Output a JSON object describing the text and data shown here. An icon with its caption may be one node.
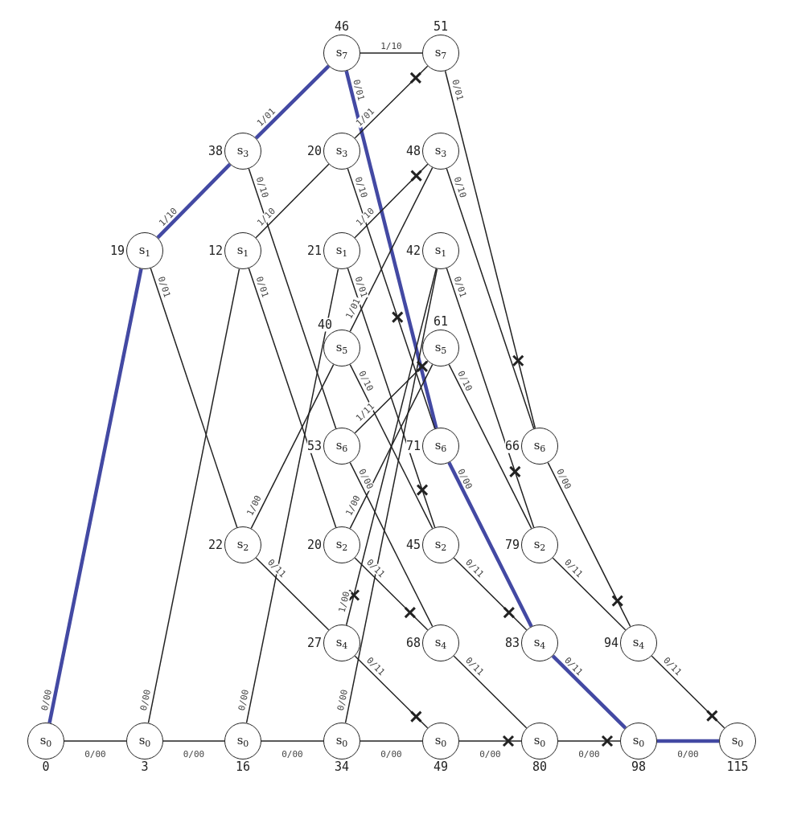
{
  "diagram": {
    "nodes": [
      {
        "text": [
          "s$_{7}$"
        ],
        "beside": [
          "46"
        ]
      },
      {
        "text": [
          "s$_{7}$"
        ],
        "beside": [
          "51"
        ]
      },
      {
        "text": [
          "s$_{3}$"
        ],
        "beside": [
          "38"
        ]
      },
      {
        "text": [
          "s$_{3}$"
        ],
        "beside": [
          "20"
        ]
      },
      {
        "text": [
          "s$_{3}$"
        ],
        "beside": [
          "48"
        ]
      },
      {
        "text": [
          "s$_{1}$"
        ],
        "beside": [
          "19"
        ]
      },
      {
        "text": [
          "s$_{1}$"
        ],
        "beside": [
          "12"
        ]
      },
      {
        "text": [
          "s$_{1}$"
        ],
        "beside": [
          "21"
        ]
      },
      {
        "text": [
          "s$_{1}$"
        ],
        "beside": [
          "42"
        ]
      },
      {
        "text": [
          "s$_{5}$"
        ],
        "beside": [
          "40"
        ]
      },
      {
        "text": [
          "s$_{5}$"
        ],
        "beside": [
          "61"
        ]
      },
      {
        "text": [
          "s$_{6}$"
        ],
        "beside": [
          "53"
        ]
      },
      {
        "text": [
          "s$_{6}$"
        ],
        "beside": [
          "71"
        ]
      },
      {
        "text": [
          "s$_{6}$"
        ],
        "beside": [
          "66"
        ]
      },
      {
        "text": [
          "s$_{2}$"
        ],
        "beside": [
          "22"
        ]
      },
      {
        "text": [
          "s$_{2}$"
        ],
        "beside": [
          "20"
        ]
      },
      {
        "text": [
          "s$_{2}$"
        ],
        "beside": [
          "45"
        ]
      },
      {
        "text": [
          "s$_{2}$"
        ],
        "beside": [
          "79"
        ]
      },
      {
        "text": [
          "s$_{4}$"
        ],
        "beside": [
          "27"
        ]
      },
      {
        "text": [
          "s$_{4}$"
        ],
        "beside": [
          "68"
        ]
      },
      {
        "text": [
          "s$_{4}$"
        ],
        "beside": [
          "83"
        ]
      },
      {
        "text": [
          "s$_{4}$"
        ],
        "beside": [
          "94"
        ]
      },
      {
        "text": [
          "s$_{0}$"
        ],
        "beside": [
          "0"
        ]
      },
      {
        "text": [
          "s$_{0}$"
        ],
        "beside": [
          "3"
        ]
      },
      {
        "text": [
          "s$_{0}$"
        ],
        "beside": [
          "16"
        ]
      },
      {
        "text": [
          "s$_{0}$"
        ],
        "beside": [
          "34"
        ]
      },
      {
        "text": [
          "s$_{0}$"
        ],
        "beside": [
          "49"
        ]
      },
      {
        "text": [
          "s$_{0}$"
        ],
        "beside": [
          "80"
        ]
      },
      {
        "text": [
          "s$_{0}$"
        ],
        "beside": [
          "98"
        ]
      },
      {
        "text": [
          "s$_{0}$"
        ],
        "beside": [
          "115"
        ]
      }
    ],
    "edges": [
      {
        "from": 22,
        "to": 23,
        "arrow": "none",
        "label": "0/00"
      },
      {
        "from": 22,
        "to": 5,
        "arrow": "none",
        "label": "0/00",
        "style": "thick",
        "color": "#4349a3"
      },
      {
        "from": 23,
        "to": 24,
        "arrow": "none",
        "label": "0/00"
      },
      {
        "from": 23,
        "to": 6,
        "arrow": "none",
        "label": "0/00"
      },
      {
        "from": 5,
        "to": 2,
        "arrow": "none",
        "label": "1/10",
        "style": "thick",
        "color": "#4349a3"
      },
      {
        "from": 5,
        "to": 14,
        "arrow": "none",
        "label": "0/01"
      },
      {
        "from": 24,
        "to": 25,
        "arrow": "none",
        "label": "0/00"
      },
      {
        "from": 24,
        "to": 7,
        "arrow": "none",
        "label": "0/00"
      },
      {
        "from": 6,
        "to": 3,
        "arrow": "none",
        "label": "1/10"
      },
      {
        "from": 6,
        "to": 15,
        "arrow": "none",
        "label": "0/01"
      },
      {
        "from": 2,
        "to": 0,
        "arrow": "none",
        "label": "1/01",
        "style": "thick",
        "color": "#4349a3"
      },
      {
        "from": 2,
        "to": 11,
        "arrow": "none",
        "label": "0/10"
      },
      {
        "from": 14,
        "to": 9,
        "arrow": "none",
        "label": "1/00"
      },
      {
        "from": 14,
        "to": 18,
        "arrow": "none",
        "label": "0/11"
      },
      {
        "from": 0,
        "to": 1,
        "arrow": "none",
        "label": "1/10"
      },
      {
        "from": 0,
        "to": 12,
        "arrow": "none",
        "label": "0/01",
        "style": "thick",
        "color": "#4349a3"
      },
      {
        "from": 3,
        "to": 1,
        "arrow": "none",
        "label": "1/01"
      },
      {
        "from": 3,
        "to": 12,
        "arrow": "none",
        "label": "0/10"
      },
      {
        "from": 7,
        "to": 4,
        "arrow": "none",
        "label": "1/10"
      },
      {
        "from": 7,
        "to": 16,
        "arrow": "none",
        "label": "0/01"
      },
      {
        "from": 9,
        "to": 4,
        "arrow": "none",
        "label": "1/01"
      },
      {
        "from": 9,
        "to": 16,
        "arrow": "none",
        "label": "0/10"
      },
      {
        "from": 11,
        "to": 10,
        "arrow": "none",
        "label": "1/11"
      },
      {
        "from": 11,
        "to": 19,
        "arrow": "none",
        "label": "0/00"
      },
      {
        "from": 15,
        "to": 10,
        "arrow": "none",
        "label": "1/00"
      },
      {
        "from": 15,
        "to": 19,
        "arrow": "none",
        "label": "0/11"
      },
      {
        "from": 18,
        "to": 8,
        "arrow": "none",
        "label": "1/00"
      },
      {
        "from": 18,
        "to": 26,
        "arrow": "none",
        "label": "0/11"
      },
      {
        "from": 25,
        "to": 26,
        "arrow": "none",
        "label": "0/00"
      },
      {
        "from": 25,
        "to": 8,
        "arrow": "none",
        "label": "0/00"
      },
      {
        "from": 1,
        "to": 13,
        "arrow": "none",
        "label": "0/01"
      },
      {
        "from": 4,
        "to": 13,
        "arrow": "none",
        "label": "0/10"
      },
      {
        "from": 8,
        "to": 17,
        "arrow": "none",
        "label": "0/01"
      },
      {
        "from": 10,
        "to": 17,
        "arrow": "none",
        "label": "0/10"
      },
      {
        "from": 12,
        "to": 20,
        "arrow": "none",
        "label": "0/00",
        "style": "thick",
        "color": "#4349a3"
      },
      {
        "from": 16,
        "to": 20,
        "arrow": "none",
        "label": "0/11"
      },
      {
        "from": 19,
        "to": 27,
        "arrow": "none",
        "label": "0/11"
      },
      {
        "from": 26,
        "to": 27,
        "arrow": "none",
        "label": "0/00"
      },
      {
        "from": 13,
        "to": 21,
        "arrow": "none",
        "label": "0/00"
      },
      {
        "from": 17,
        "to": 21,
        "arrow": "none",
        "label": "0/11"
      },
      {
        "from": 20,
        "to": 28,
        "arrow": "none",
        "label": "0/11",
        "style": "thick",
        "color": "#4349a3"
      },
      {
        "from": 27,
        "to": 28,
        "arrow": "none",
        "label": "0/00"
      },
      {
        "from": 21,
        "to": 29,
        "arrow": "none",
        "label": "0/11"
      },
      {
        "from": 28,
        "to": 29,
        "arrow": "none",
        "label": "0/00",
        "style": "thick",
        "color": "#4349a3"
      }
    ]
  }
}
